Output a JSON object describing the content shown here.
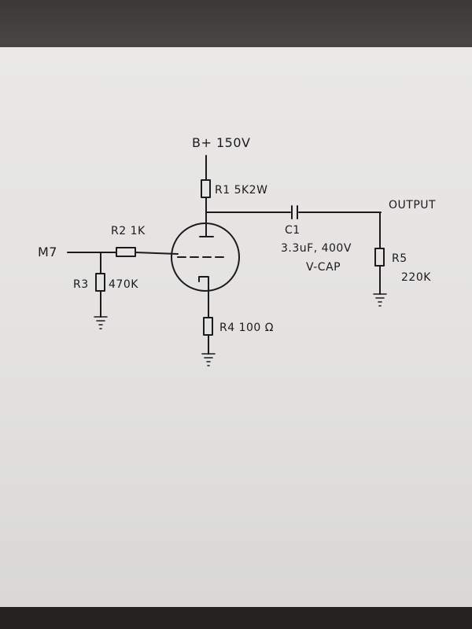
{
  "labels": {
    "supply": "B+ 150V",
    "r1": "R1 5K2W",
    "output": "OUTPUT",
    "r2": "R2 1K",
    "input": "M7",
    "c1_name": "C1",
    "c1_value": "3.3uF, 400V",
    "c1_type": "V-CAP",
    "r5_name": "R5",
    "r5_value": "220K",
    "r3_name": "R3",
    "r3_value": "470K",
    "r4": "R4 100 Ω"
  },
  "colors": {
    "ink": "#1b1b1d",
    "paper": "#e6e5e3",
    "background": "#2b2a28"
  }
}
